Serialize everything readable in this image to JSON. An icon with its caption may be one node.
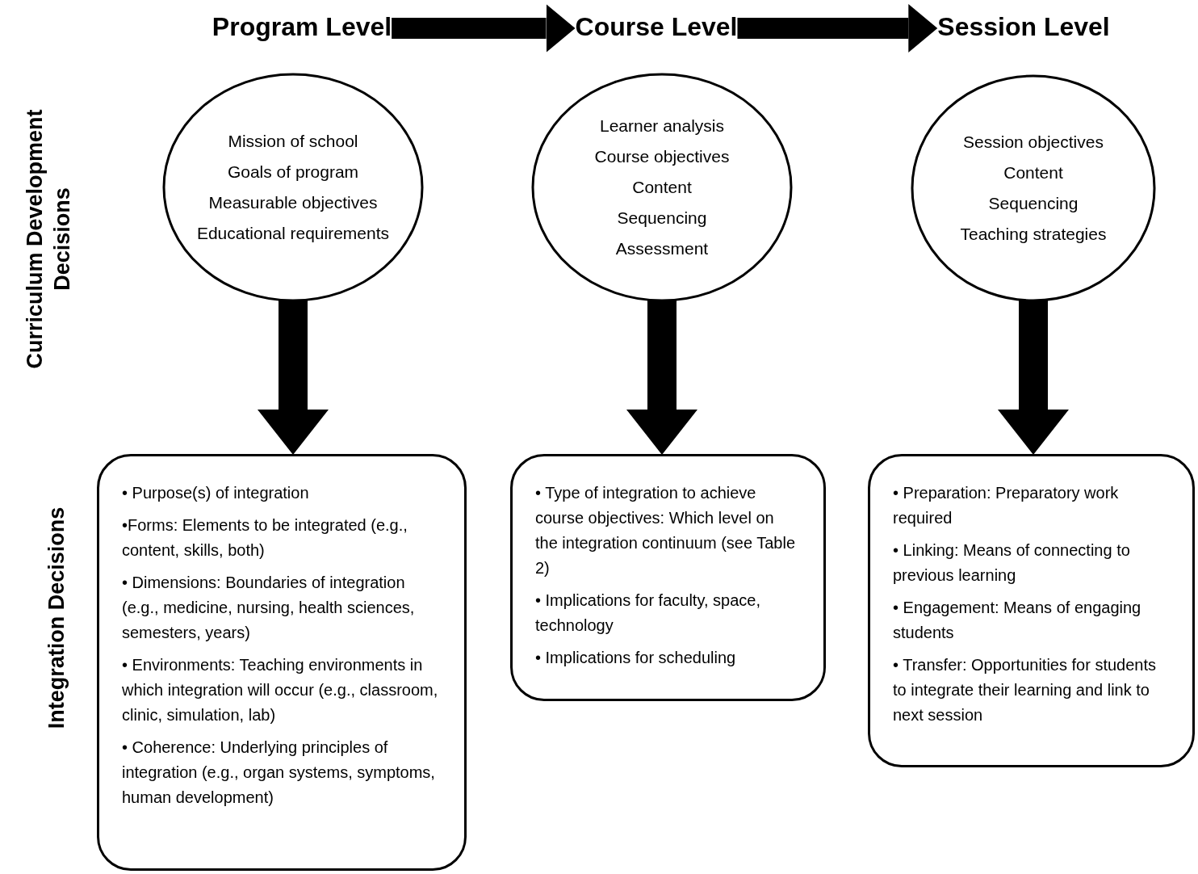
{
  "diagram": {
    "nodes": [
      {
        "text": [
          "Program Level"
        ]
      },
      {
        "text": [
          "Course Level"
        ]
      },
      {
        "text": [
          "Session Level"
        ]
      },
      {
        "text": [
          "Mission of school",
          "Goals of program",
          "Measurable objectives",
          "Educational requirements"
        ]
      },
      {
        "text": [
          "Learner analysis",
          "Course objectives",
          "Content",
          "Sequencing",
          "Assessment"
        ]
      },
      {
        "text": [
          "Session objectives",
          "Content",
          "Sequencing",
          "Teaching strategies"
        ]
      },
      {
        "text": [
          "• Purpose(s) of integration",
          "•Forms: Elements to be integrated (e.g., content, skills, both)",
          "• Dimensions: Boundaries of integration (e.g., medicine, nursing, health sciences, semesters, years)",
          "• Environments: Teaching environments in which integration will occur (e.g., classroom, clinic, simulation, lab)",
          "• Coherence: Underlying principles of integration (e.g., organ systems, symptoms, human development)"
        ]
      },
      {
        "text": [
          "• Type of integration to achieve course objectives: Which level on the integration continuum (see Table 2)",
          "• Implications for faculty, space, technology",
          "• Implications for scheduling"
        ]
      },
      {
        "text": [
          "• Preparation: Preparatory work required",
          "• Linking: Means of connecting to previous learning",
          "• Engagement: Means of engaging students",
          "• Transfer: Opportunities for students to integrate their learning and link to next session"
        ]
      }
    ],
    "edges": [
      {
        "from": 0,
        "to": 1,
        "arrow": "to"
      },
      {
        "from": 1,
        "to": 2,
        "arrow": "to"
      },
      {
        "from": 3,
        "to": 6,
        "arrow": "to"
      },
      {
        "from": 4,
        "to": 7,
        "arrow": "to"
      },
      {
        "from": 5,
        "to": 8,
        "arrow": "to"
      }
    ],
    "labels": [
      "Curriculum Development Decisions",
      "Integration Decisions"
    ]
  }
}
